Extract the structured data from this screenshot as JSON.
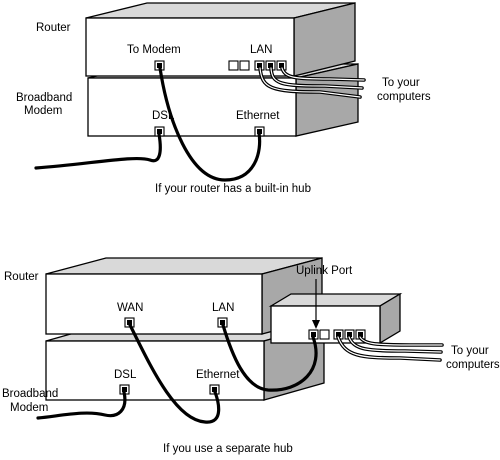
{
  "diagram1": {
    "router_label": "Router",
    "modem_label_line1": "Broadband",
    "modem_label_line2": "Modem",
    "to_modem_label": "To Modem",
    "lan_label": "LAN",
    "dsl_label": "DSL",
    "ethernet_label": "Ethernet",
    "computers_line1": "To your",
    "computers_line2": "computers",
    "caption": "If your router has a built-in hub"
  },
  "diagram2": {
    "router_label": "Router",
    "modem_label_line1": "Broadband",
    "modem_label_line2": "Modem",
    "wan_label": "WAN",
    "lan_label": "LAN",
    "dsl_label": "DSL",
    "ethernet_label": "Ethernet",
    "uplink_label": "Uplink Port",
    "computers_line1": "To your",
    "computers_line2": "computers",
    "caption": "If you use a separate hub"
  }
}
